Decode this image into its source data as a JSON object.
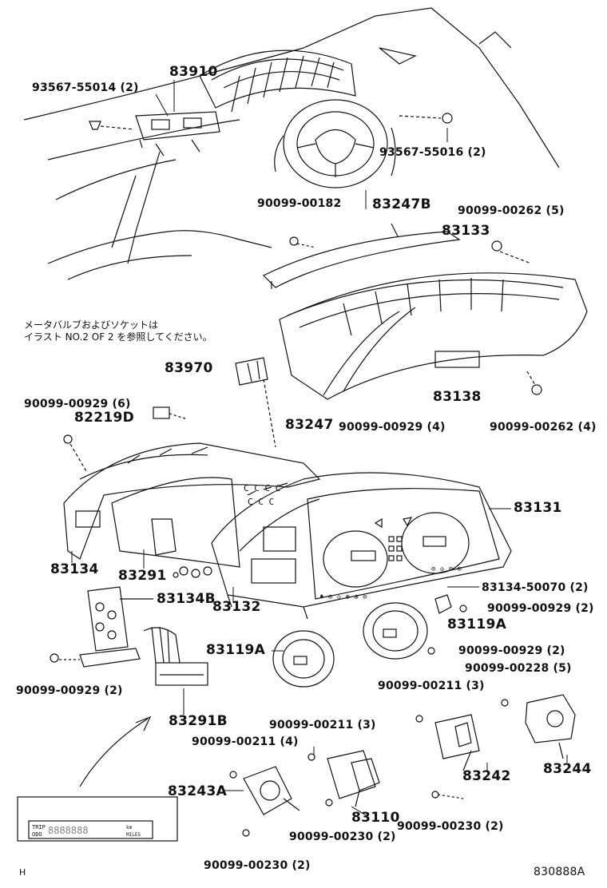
{
  "note": {
    "line1": "メータバルブおよびソケットは",
    "line2": "イラスト NO.2 OF 2 を参照してください。"
  },
  "labels": {
    "p83910": "83910",
    "p93567_55014": "93567-55014 (2)",
    "p93567_55016": "93567-55016 (2)",
    "p90099_00182": "90099-00182",
    "p83247B": "83247B",
    "p90099_00262_5": "90099-00262 (5)",
    "p83133": "83133",
    "p83970": "83970",
    "p90099_00929_6": "90099-00929 (6)",
    "p82219D": "82219D",
    "p83138": "83138",
    "p83247": "83247",
    "p90099_00929_4": "90099-00929 (4)",
    "p90099_00262_4": "90099-00262 (4)",
    "p83131": "83131",
    "p83134": "83134",
    "p83291": "83291",
    "p83134B": "83134B",
    "p83134_50070": "83134-50070 (2)",
    "p90099_00929_2a": "90099-00929 (2)",
    "p83132": "83132",
    "p83119A_right": "83119A",
    "p83119A_left": "83119A",
    "p90099_00929_2b": "90099-00929 (2)",
    "p90099_00228": "90099-00228 (5)",
    "p90099_00929_2c": "90099-00929 (2)",
    "p83291B": "83291B",
    "p90099_00211_3a": "90099-00211 (3)",
    "p90099_00211_3b": "90099-00211 (3)",
    "p90099_00211_4": "90099-00211 (4)",
    "p83242": "83242",
    "p83244": "83244",
    "p83243A": "83243A",
    "p83110": "83110",
    "p90099_00230_2a": "90099-00230 (2)",
    "p90099_00230_2b": "90099-00230 (2)",
    "p90099_00230_2c": "90099-00230 (2)"
  },
  "footer": {
    "left_code": "H",
    "illustration_code": "830888A"
  },
  "display_inset": {
    "trip": "TRIP",
    "odo": "ODO",
    "unit_km": "km",
    "unit_miles": "MILES"
  }
}
